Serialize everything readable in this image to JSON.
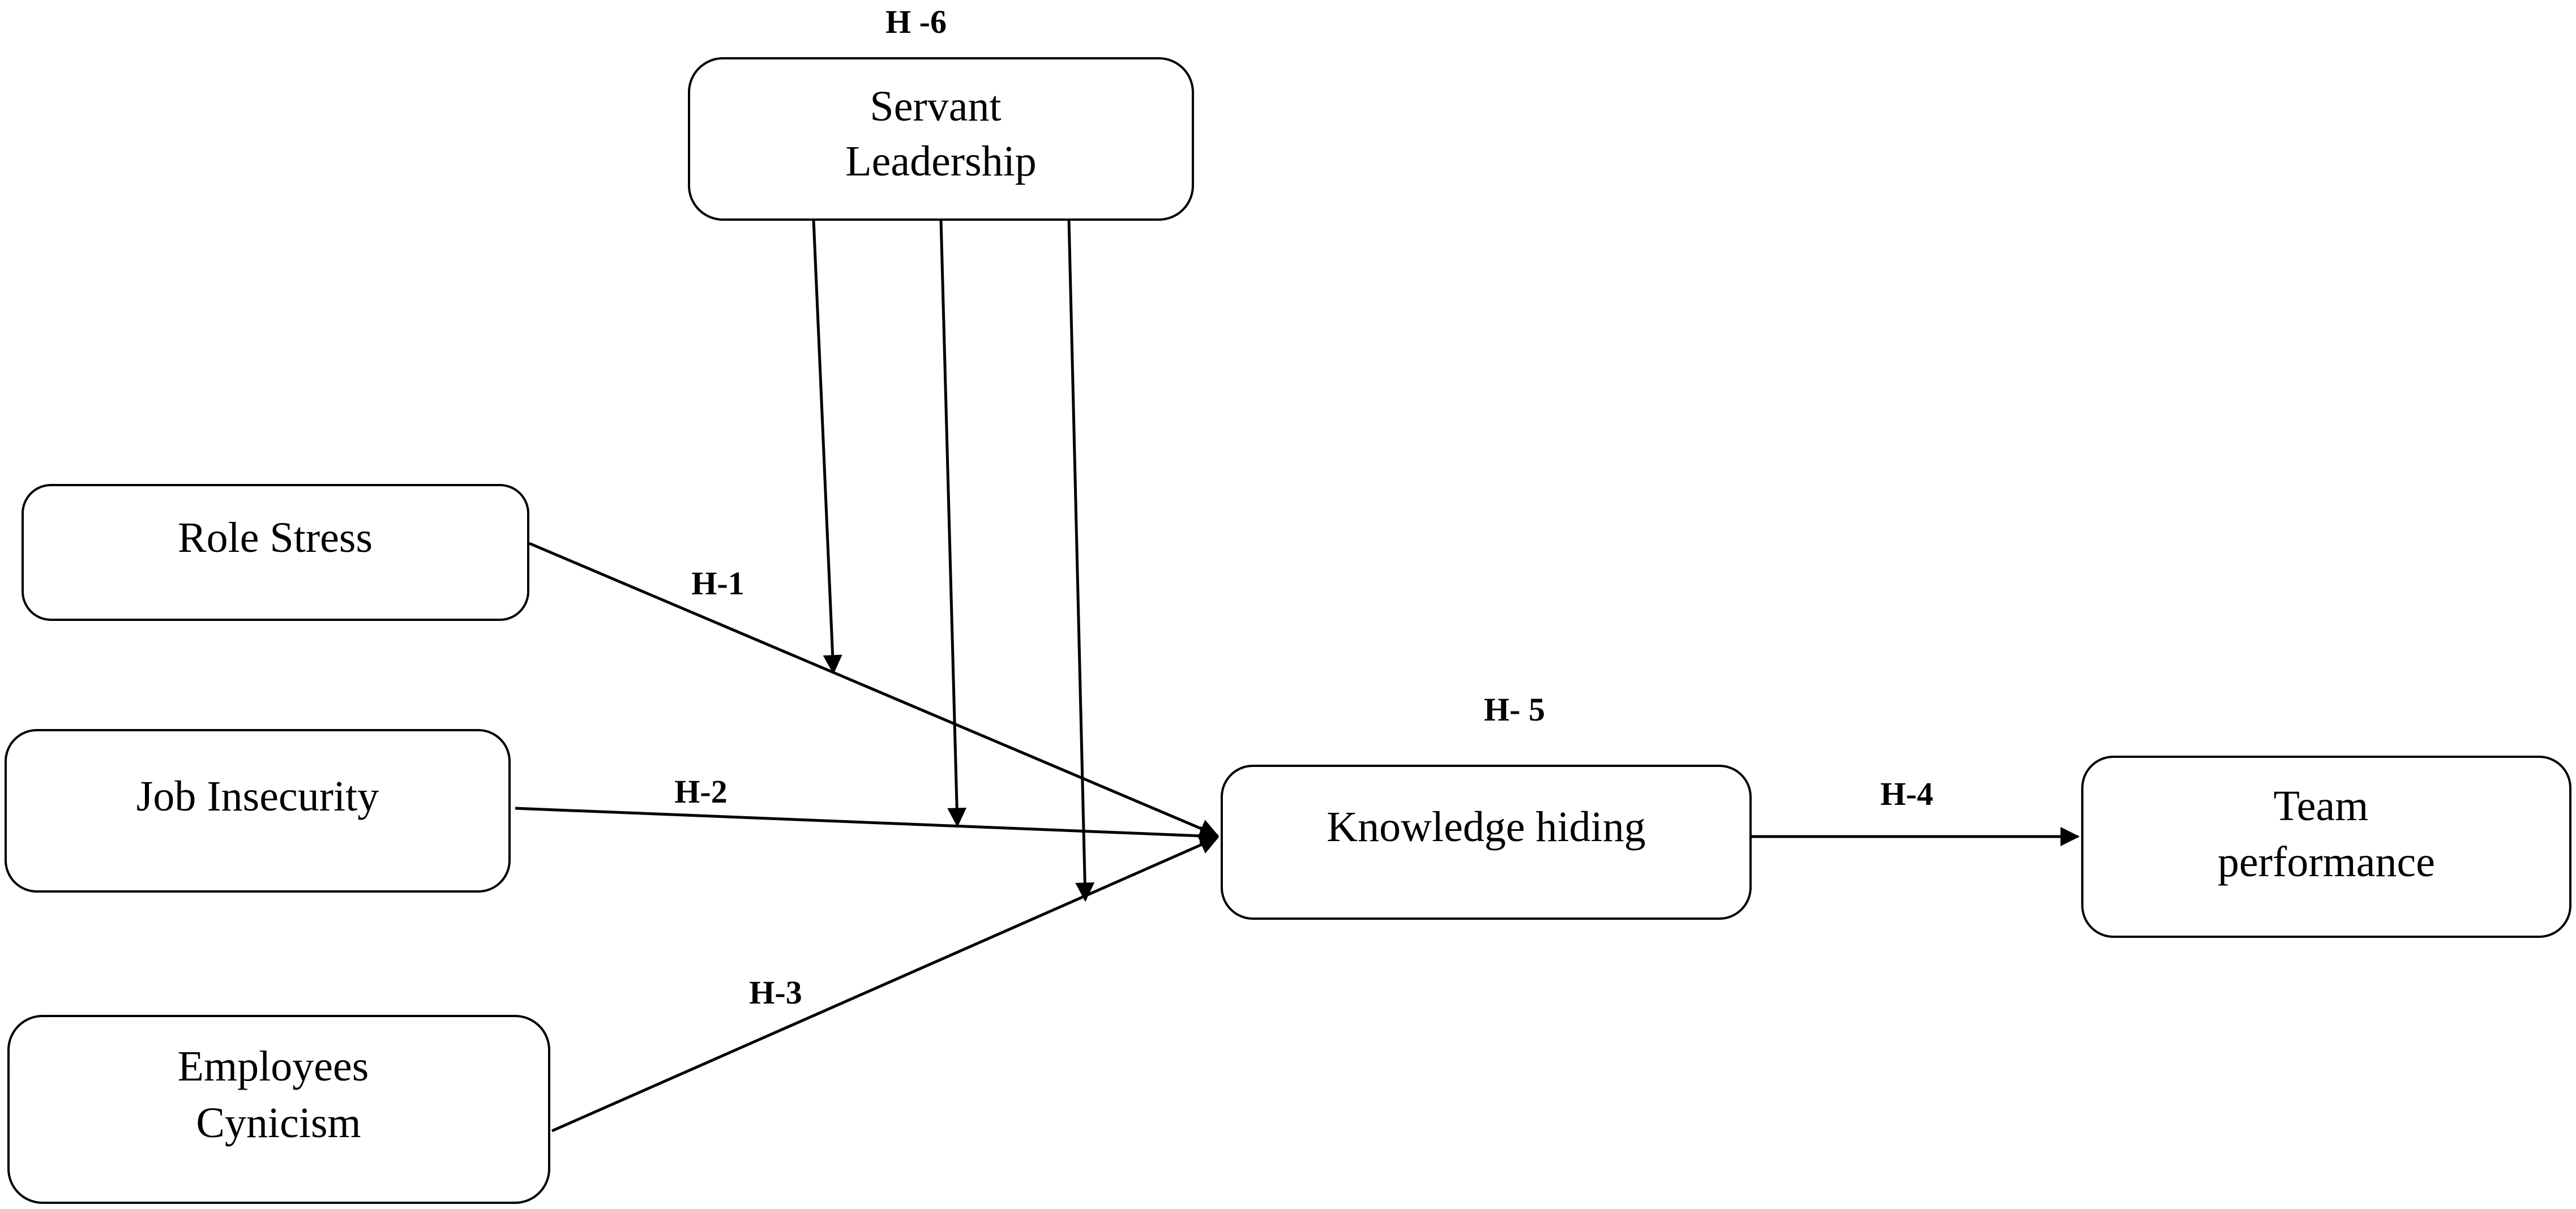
{
  "nodes": [
    {
      "id": "servant",
      "lines": [
        "Servant",
        "Leadership"
      ]
    },
    {
      "id": "role",
      "lines": [
        "Role Stress"
      ]
    },
    {
      "id": "job",
      "lines": [
        "Job Insecurity"
      ]
    },
    {
      "id": "cynicism",
      "lines": [
        "Employees",
        "Cynicism"
      ]
    },
    {
      "id": "kh",
      "lines": [
        "Knowledge hiding"
      ]
    },
    {
      "id": "team",
      "lines": [
        "Team",
        "performance"
      ]
    }
  ],
  "hypotheses": {
    "h1": "H-1",
    "h2": "H-2",
    "h3": "H-3",
    "h4": "H-4",
    "h5": "H- 5",
    "h6": "H -6"
  }
}
